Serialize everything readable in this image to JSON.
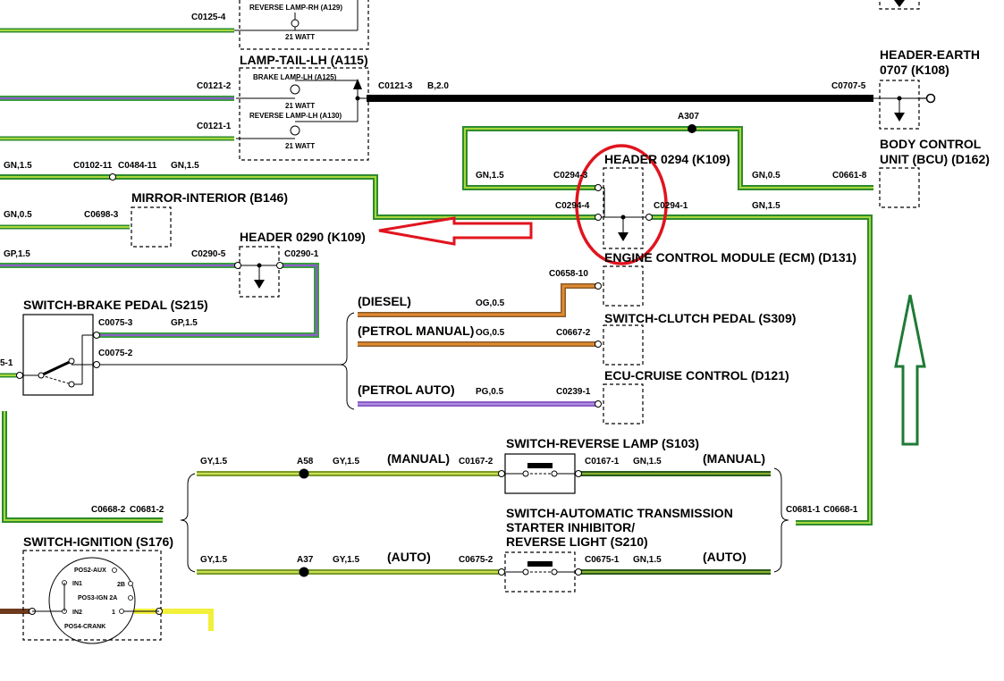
{
  "diagram": {
    "components": {
      "lamp_tail_lh": "LAMP-TAIL-LH (A115)",
      "reverse_lamp_rh": "REVERSE LAMP-RH (A129)",
      "brake_lamp_lh": "BRAKE LAMP-LH (A125)",
      "reverse_lamp_lh": "REVERSE LAMP-LH (A130)",
      "watt_21": "21 WATT",
      "mirror_interior": "MIRROR-INTERIOR (B146)",
      "header_0290": "HEADER 0290 (K109)",
      "header_0294": "HEADER 0294 (K109)",
      "header_earth_line1": "HEADER-EARTH",
      "header_earth_line2": "0707 (K108)",
      "bcu_line1": "BODY CONTROL",
      "bcu_line2": "UNIT (BCU) (D162)",
      "ecm": "ENGINE CONTROL MODULE (ECM) (D131)",
      "switch_clutch": "SWITCH-CLUTCH PEDAL (S309)",
      "ecu_cruise": "ECU-CRUISE CONTROL (D121)",
      "switch_brake": "SWITCH-BRAKE PEDAL (S215)",
      "switch_reverse": "SWITCH-REVERSE LAMP (S103)",
      "switch_auto_line1": "SWITCH-AUTOMATIC TRANSMISSION",
      "switch_auto_line2": "STARTER INHIBITOR/",
      "switch_auto_line3": "REVERSE LIGHT (S210)",
      "switch_ignition": "SWITCH-IGNITION (S176)"
    },
    "variants": {
      "diesel": "(DIESEL)",
      "petrol_manual": "(PETROL MANUAL)",
      "petrol_auto": "(PETROL AUTO)",
      "manual": "(MANUAL)",
      "auto": "(AUTO)"
    },
    "connectors": {
      "c0125_4": "C0125-4",
      "c0121_2": "C0121-2",
      "c0121_1": "C0121-1",
      "c0121_3": "C0121-3",
      "c0707_5": "C0707-5",
      "a307": "A307",
      "c0102_11": "C0102-11",
      "c0484_11": "C0484-11",
      "c0294_3": "C0294-3",
      "c0294_4": "C0294-4",
      "c0294_1": "C0294-1",
      "c0661_8": "C0661-8",
      "c0698_3": "C0698-3",
      "c0290_5": "C0290-5",
      "c0290_1": "C0290-1",
      "c0658_10": "C0658-10",
      "c0667_2": "C0667-2",
      "c0239_1": "C0239-1",
      "c0075_3": "C0075-3",
      "c0075_2": "C0075-2",
      "c0075_left": "5-1",
      "a58": "A58",
      "a37": "A37",
      "c0167_2": "C0167-2",
      "c0167_1": "C0167-1",
      "c0675_2": "C0675-2",
      "c0675_1": "C0675-1",
      "c0668_2": "C0668-2",
      "c0681_2": "C0681-2",
      "c0681_1": "C0681-1",
      "c0668_1": "C0668-1"
    },
    "wires": {
      "b_2_0": "B,2.0",
      "gn_1_5": "GN,1.5",
      "gn_0_5": "GN,0.5",
      "gp_1_5": "GP,1.5",
      "og_0_5": "OG,0.5",
      "pg_0_5": "PG,0.5",
      "gy_1_5": "GY,1.5"
    },
    "ignition_positions": {
      "pos2_aux": "POS2-AUX",
      "in1": "IN1",
      "p2b": "2B",
      "pos3": "POS3-IGN 2A",
      "in2": "IN2",
      "p1": "1",
      "pos4": "POS4-CRANK"
    },
    "annotation_colors": {
      "highlight": "#e0141e",
      "arrow_green": "#1e7a36",
      "wire_green": "#33a032",
      "wire_green_light": "#a8d83c",
      "wire_purple": "#8a5ec8",
      "wire_orange": "#d2782a",
      "wire_yellow": "#f2f03a",
      "wire_brown": "#6e3a1e"
    }
  }
}
